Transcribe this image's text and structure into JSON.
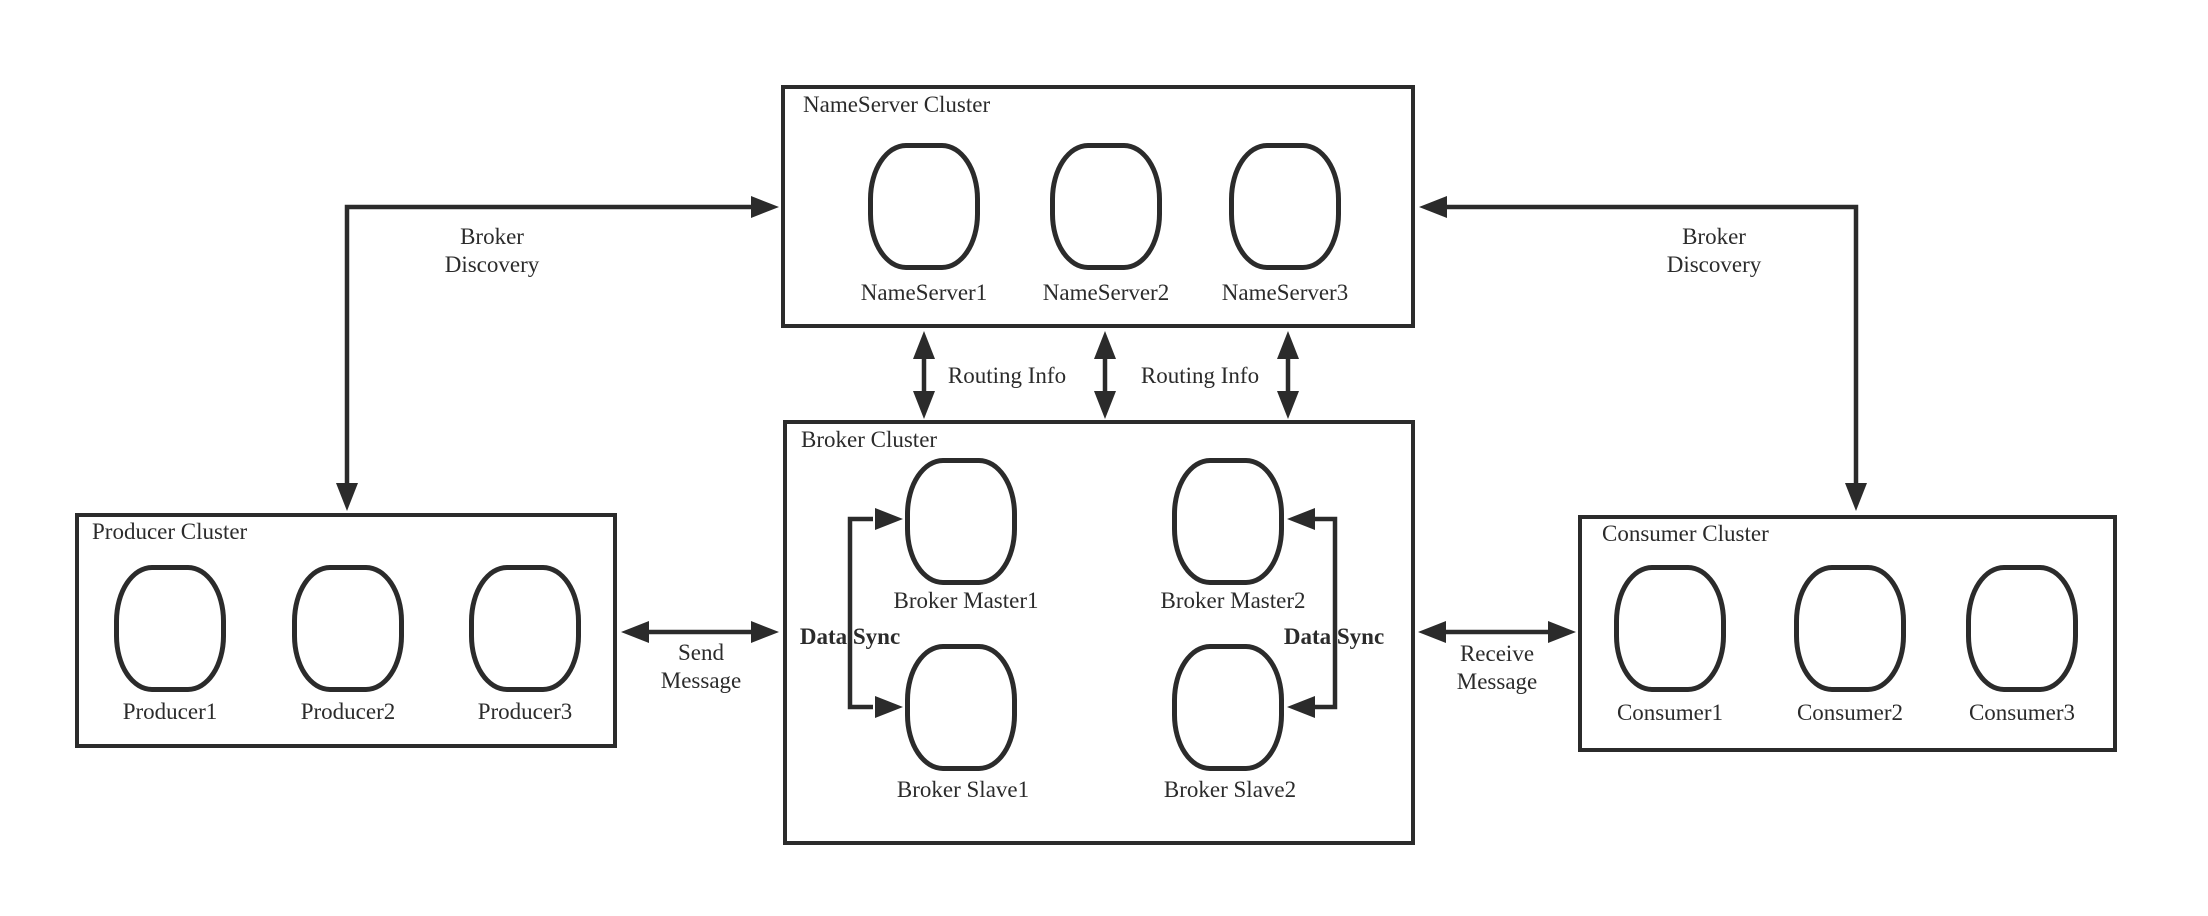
{
  "colors": {
    "stroke": "#2b2b2b",
    "background": "#ffffff"
  },
  "clusters": {
    "nameserver": {
      "title": "NameServer Cluster",
      "nodes": [
        {
          "label": "NameServer1"
        },
        {
          "label": "NameServer2"
        },
        {
          "label": "NameServer3"
        }
      ]
    },
    "broker": {
      "title": "Broker Cluster",
      "nodes": [
        {
          "label": "Broker Master1"
        },
        {
          "label": "Broker Master2"
        },
        {
          "label": "Broker Slave1"
        },
        {
          "label": "Broker Slave2"
        }
      ]
    },
    "producer": {
      "title": "Producer Cluster",
      "nodes": [
        {
          "label": "Producer1"
        },
        {
          "label": "Producer2"
        },
        {
          "label": "Producer3"
        }
      ]
    },
    "consumer": {
      "title": "Consumer Cluster",
      "nodes": [
        {
          "label": "Consumer1"
        },
        {
          "label": "Consumer2"
        },
        {
          "label": "Consumer3"
        }
      ]
    }
  },
  "edges": {
    "broker_discovery_left": {
      "label": "Broker\nDiscovery"
    },
    "broker_discovery_right": {
      "label": "Broker\nDiscovery"
    },
    "routing_info_left": {
      "label": "Routing Info"
    },
    "routing_info_right": {
      "label": "Routing Info"
    },
    "send_message": {
      "label": "Send\nMessage"
    },
    "receive_message": {
      "label": "Receive\nMessage"
    },
    "data_sync_left": {
      "label": "Data Sync"
    },
    "data_sync_right": {
      "label": "Data Sync"
    }
  }
}
